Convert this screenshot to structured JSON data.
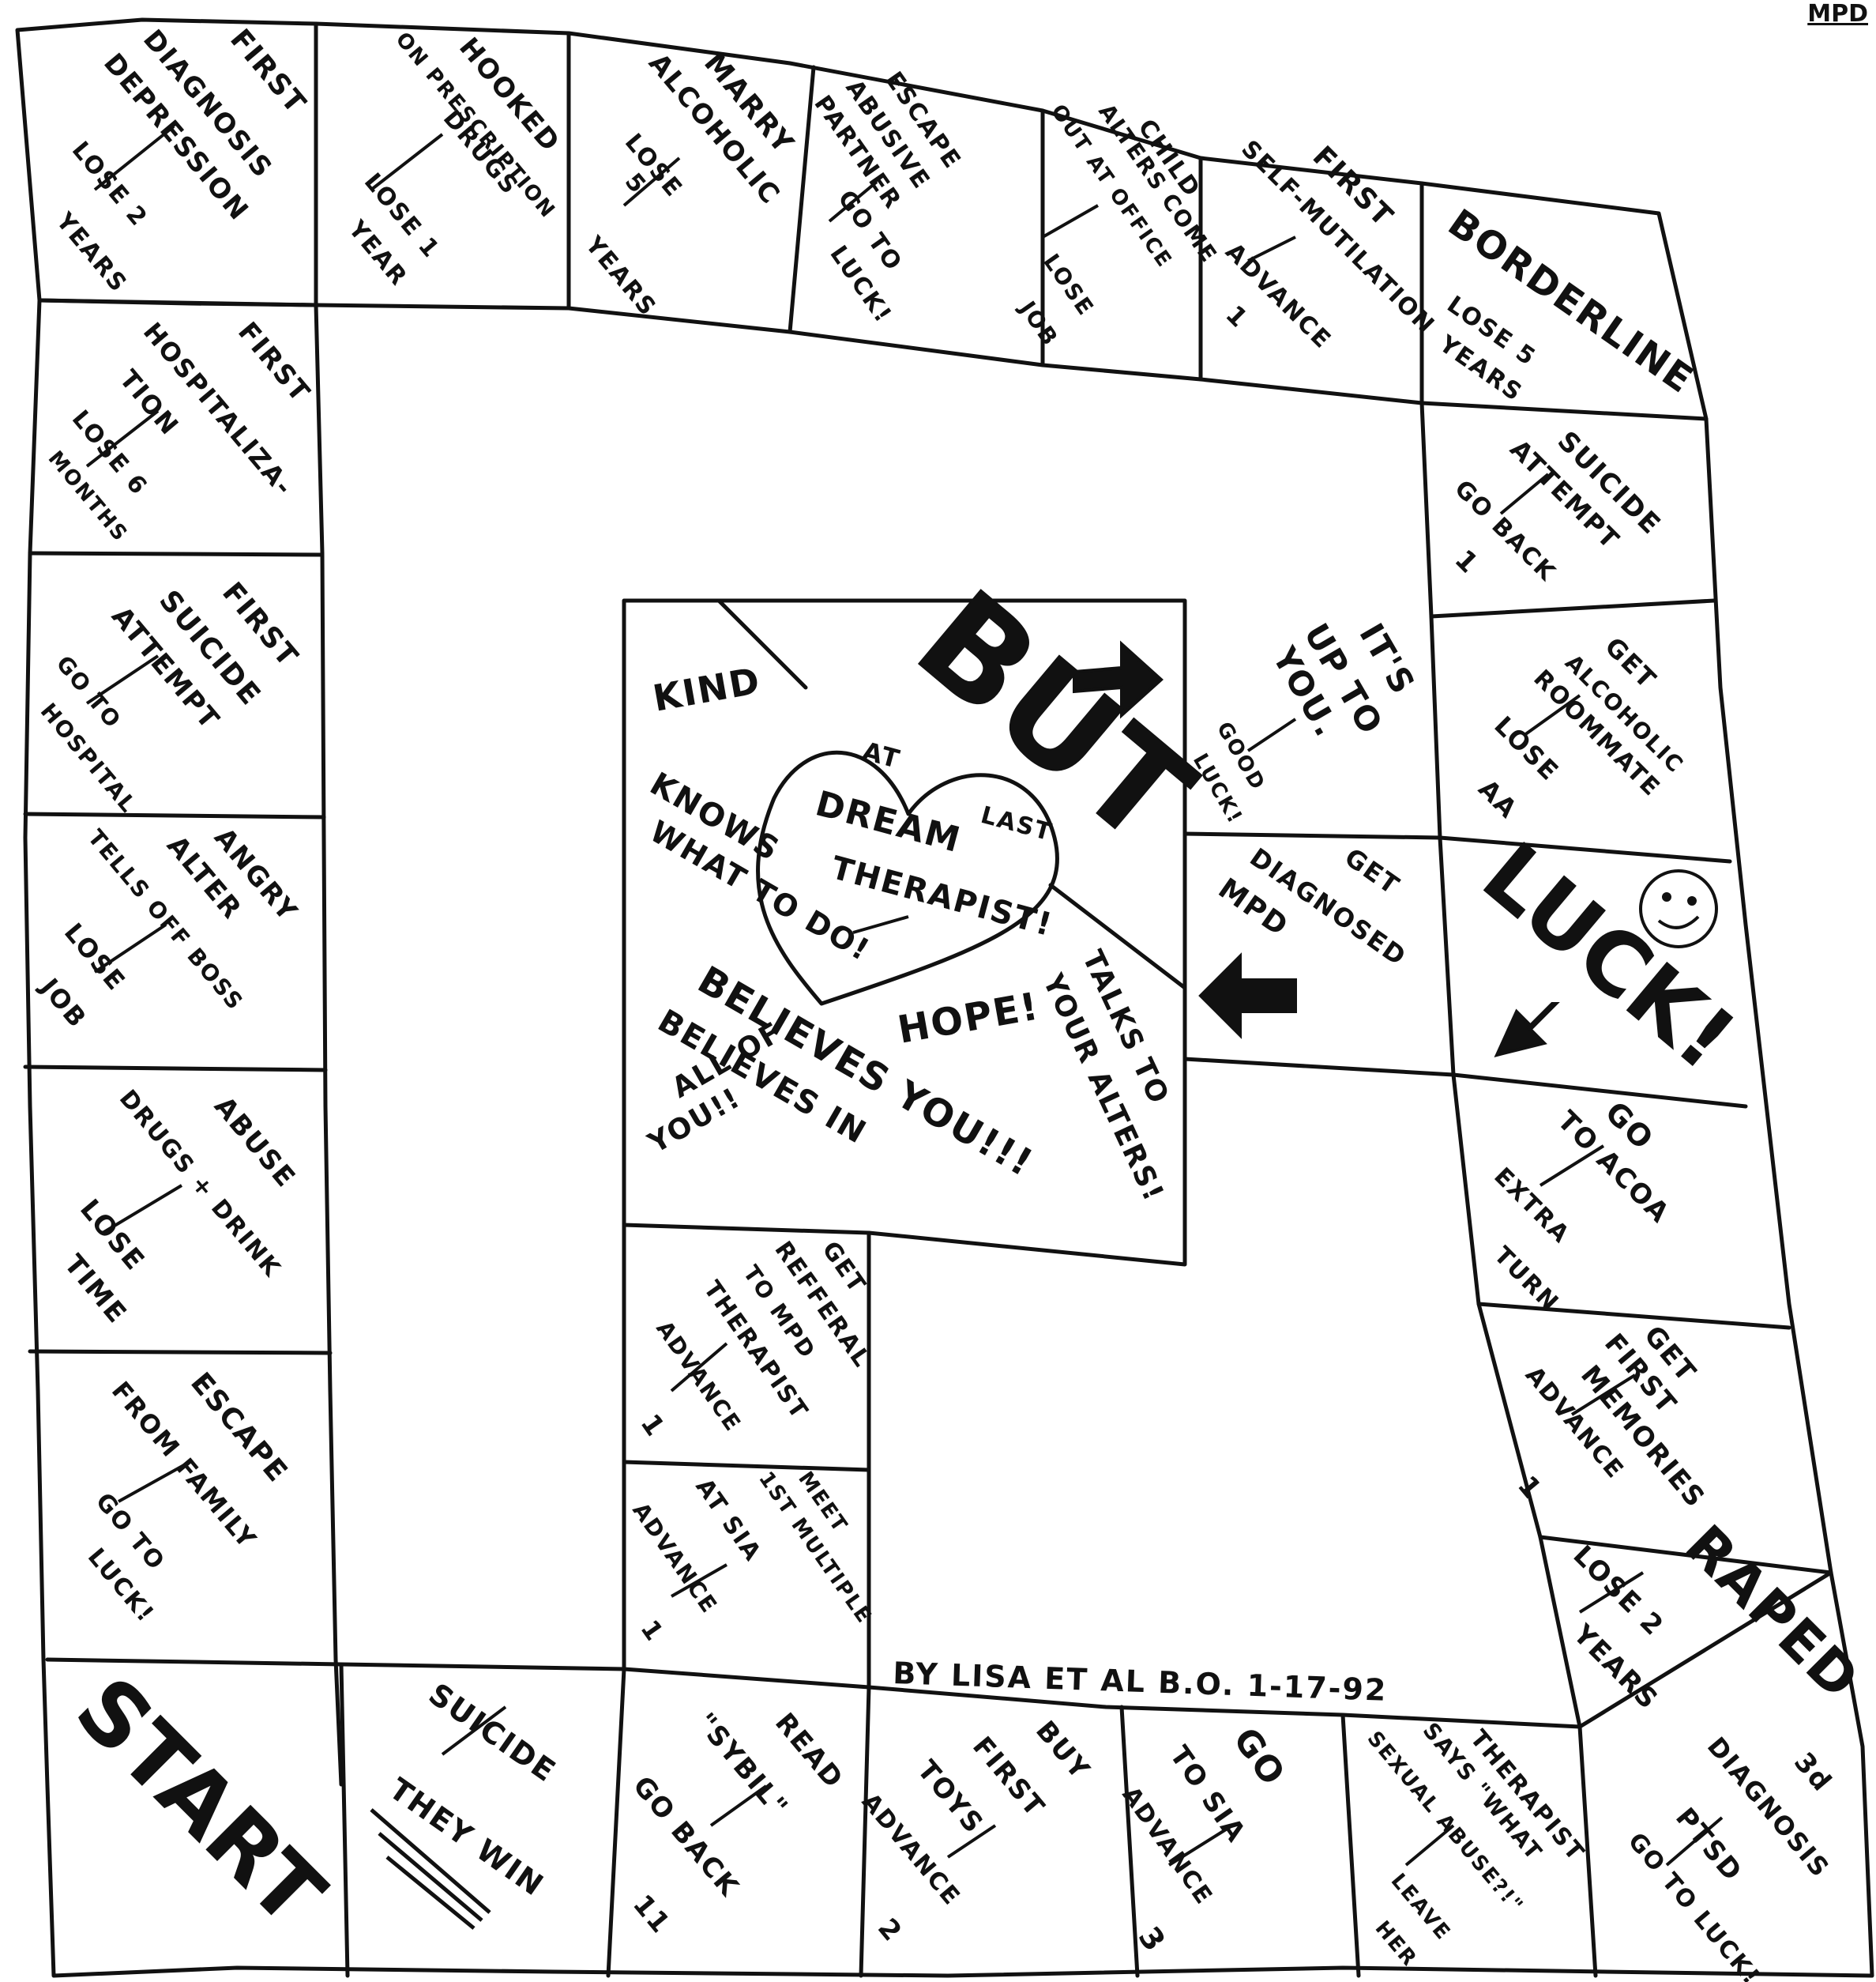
{
  "corner_mark": "MPD",
  "center": {
    "but": "BUT",
    "kind": "KIND",
    "knows": "KNOWS",
    "what_to_do": "WHAT TO DO!",
    "at": "AT",
    "dream": "DREAM",
    "last": "LAST",
    "therapist": "THERAPIST!",
    "hope": "HOPE!",
    "believes_you": "BELIEVES YOU!!!",
    "believes_in": "BELIEVES IN",
    "all_of": "ALL OF",
    "you": "YOU!!",
    "talks_to": "TALKS TO",
    "your_alters": "YOUR ALTERS!"
  },
  "credit": "BY LISA ET AL  B.O. 1-17-92",
  "luck": "LUCK!",
  "squares": {
    "start": [
      "START"
    ],
    "suicide": [
      "SUICIDE",
      "THEY WIN"
    ],
    "read_sybil": [
      "READ",
      "\"SYBIL\"",
      "GO BACK",
      "11"
    ],
    "buy_toys": [
      "BUY",
      "FIRST",
      "TOYS",
      "ADVANCE",
      "2"
    ],
    "go_sia": [
      "GO",
      "TO SIA",
      "ADVANCE",
      "3"
    ],
    "therapist_says": [
      "THERAPIST",
      "SAYS \"WHAT",
      "SEXUAL ABUSE?!\"",
      "LEAVE",
      "HER"
    ],
    "third_diagnosis": [
      "3d",
      "DIAGNOSIS",
      "PTSD",
      "GO TO LUCK!"
    ],
    "raped": [
      "RAPED",
      "LOSE 2",
      "YEARS"
    ],
    "memories": [
      "GET",
      "FIRST",
      "MEMORIES",
      "ADVANCE",
      "1"
    ],
    "acoa": [
      "GO",
      "TO ACOA",
      "EXTRA",
      "TURN"
    ],
    "luck_square": [
      "LUCK!"
    ],
    "roommate": [
      "GET",
      "ALCOHOLIC",
      "ROOMMATE",
      "LOSE",
      "AA"
    ],
    "suicide_attempt": [
      "SUICIDE",
      "ATTEMPT",
      "GO BACK",
      "1"
    ],
    "borderline": [
      "BORDERLINE",
      "LOSE 5",
      "YEARS"
    ],
    "self_mutilation": [
      "FIRST",
      "SELF-MUTILATION",
      "ADVANCE",
      "1"
    ],
    "child_alters": [
      "CHILD",
      "ALTERS COME",
      "OUT AT OFFICE",
      "LOSE",
      "JOB"
    ],
    "escape_partner": [
      "ESCAPE",
      "ABUSIVE",
      "PARTNER",
      "GO TO",
      "LUCK!"
    ],
    "marry": [
      "MARRY",
      "ALCOHOLIC",
      "LOSE",
      "5",
      "YEARS"
    ],
    "hooked": [
      "HOOKED",
      "ON PRESCRIPTION",
      "DRUGS",
      "LOSE 1",
      "YEAR"
    ],
    "first_diagnosis": [
      "FIRST",
      "DIAGNOSIS",
      "DEPRESSION",
      "LOSE 2",
      "YEARS"
    ],
    "hospitalization": [
      "FIRST",
      "HOSPITALIZA-",
      "TION",
      "LOSE 6",
      "MONTHS"
    ],
    "first_suicide": [
      "FIRST",
      "SUICIDE",
      "ATTEMPT",
      "GO TO",
      "HOSPITAL"
    ],
    "angry_alter": [
      "ANGRY",
      "ALTER",
      "TELLS OFF BOSS",
      "LOSE",
      "JOB"
    ],
    "abuse_drugs": [
      "ABUSE",
      "DRUGS + DRINK",
      "LOSE",
      "TIME"
    ],
    "escape_family": [
      "ESCAPE",
      "FROM FAMILY",
      "GO TO",
      "LUCK!"
    ],
    "referral": [
      "GET",
      "REFFERAL",
      "TO MPD",
      "THERAPIST",
      "ADVANCE",
      "1"
    ],
    "meet_multiple": [
      "MEET",
      "1ST MULTIPLE",
      "AT SIA",
      "ADVANCE",
      "1"
    ],
    "up_to_you": [
      "IT'S",
      "UP TO",
      "YOU.",
      "GOOD",
      "LUCK!"
    ],
    "diagnosed_mpd": [
      "GET",
      "DIAGNOSED",
      "MPD"
    ]
  }
}
